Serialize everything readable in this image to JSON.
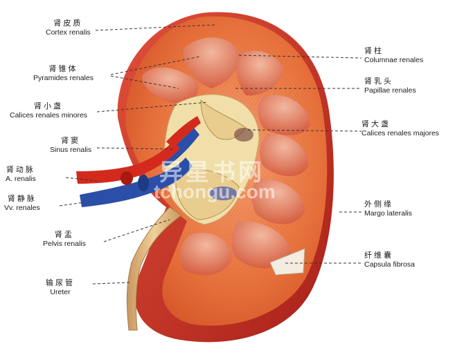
{
  "labels": {
    "cortex": {
      "zh": "肾皮质",
      "la": "Cortex renalis"
    },
    "pyramids": {
      "zh": "肾锥体",
      "la": "Pyramides renales"
    },
    "calices_minores": {
      "zh": "肾小盏",
      "la": "Calices renales minores"
    },
    "sinus": {
      "zh": "肾窦",
      "la": "Sinus renalis"
    },
    "artery": {
      "zh": "肾动脉",
      "la": "A. renalis"
    },
    "veins": {
      "zh": "肾静脉",
      "la": "Vv. renales"
    },
    "pelvis": {
      "zh": "肾盂",
      "la": "Pelvis renalis"
    },
    "ureter": {
      "zh": "输尿管",
      "la": "Ureter"
    },
    "columns": {
      "zh": "肾柱",
      "la": "Columnae renales"
    },
    "papillae": {
      "zh": "肾乳头",
      "la": "Papillae renales"
    },
    "calices_majores": {
      "zh": "肾大盏",
      "la": "Calices renales majores"
    },
    "margin": {
      "zh": "外侧缘",
      "la": "Margo lateralis"
    },
    "capsule": {
      "zh": "纤维囊",
      "la": "Capsula fibrosa"
    }
  },
  "watermark": {
    "line1": "异星书网",
    "line2": "tchongu.com"
  },
  "colors": {
    "cortex": "#e8733c",
    "medulla": "#d8553a",
    "capsule": "#c9302a",
    "sinus_fat": "#f0dfa8",
    "artery": "#d42a1e",
    "vein": "#2b4fa8",
    "ureter": "#e6c08a"
  }
}
